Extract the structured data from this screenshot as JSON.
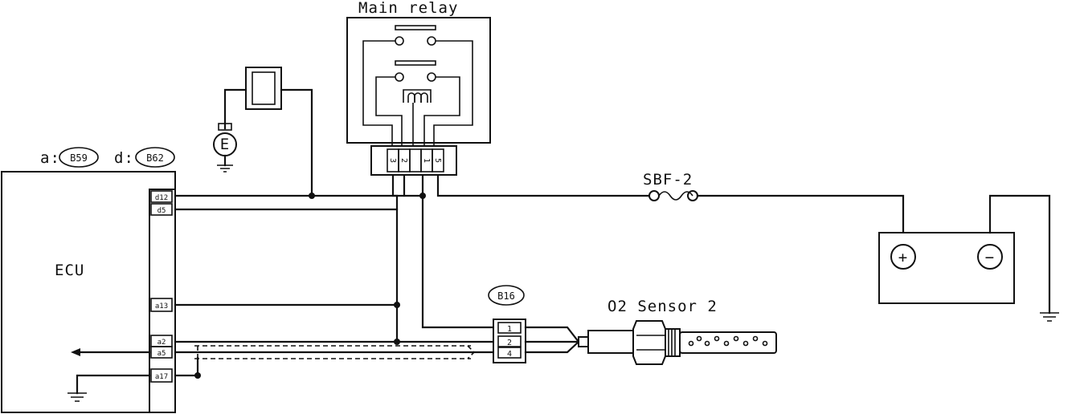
{
  "labels": {
    "main_relay": "Main relay",
    "ecu": "ECU",
    "fuse": "SBF-2",
    "o2_sensor": "O2 Sensor 2",
    "connector_a_prefix": "a:",
    "connector_a_code": "B59",
    "connector_d_prefix": "d:",
    "connector_d_code": "B62",
    "sensor_connector_code": "B16",
    "meter_symbol": "E",
    "battery_plus": "+",
    "battery_minus": "−"
  },
  "ecu_pins": [
    "d12",
    "d5",
    "a13",
    "a2",
    "a5",
    "a17"
  ],
  "relay_pins": [
    "3",
    "2",
    "1",
    "5"
  ],
  "sensor_connector_pins": [
    "1",
    "2",
    "4"
  ]
}
